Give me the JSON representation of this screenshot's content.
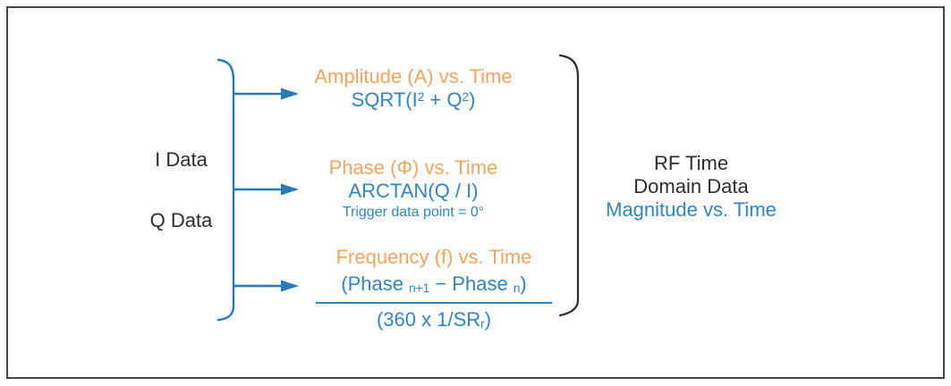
{
  "colors": {
    "accent_orange": "#F6A45C",
    "accent_blue": "#2E86C3",
    "line_blue": "#2979B7",
    "text_dark": "#2D2D2D",
    "bracket_dark": "#2C2C35",
    "border_dark": "#45454E"
  },
  "inputs": {
    "i_label": "I Data",
    "q_label": "Q Data"
  },
  "amplitude": {
    "title": "Amplitude (A) vs. Time",
    "formula": {
      "p1": "SQRT(I",
      "sup1": "2",
      "p2": " + Q",
      "sup2": "2",
      "p3": ")"
    }
  },
  "phase": {
    "title": "Phase (Φ) vs. Time",
    "formula": "ARCTAN(Q / I)",
    "note": "Trigger data point = 0°"
  },
  "frequency": {
    "title": "Frequency (f) vs. Time",
    "numerator": {
      "p1": "(Phase ",
      "sub1": "n+1",
      "p2": " − Phase ",
      "sub2": "n",
      "p3": ")"
    },
    "denominator": {
      "p1": "(360 x 1/SR",
      "sub1": "r",
      "p2": ")"
    }
  },
  "output": {
    "line1": "RF Time",
    "line2": "Domain Data",
    "line3": "Magnitude vs. Time"
  }
}
